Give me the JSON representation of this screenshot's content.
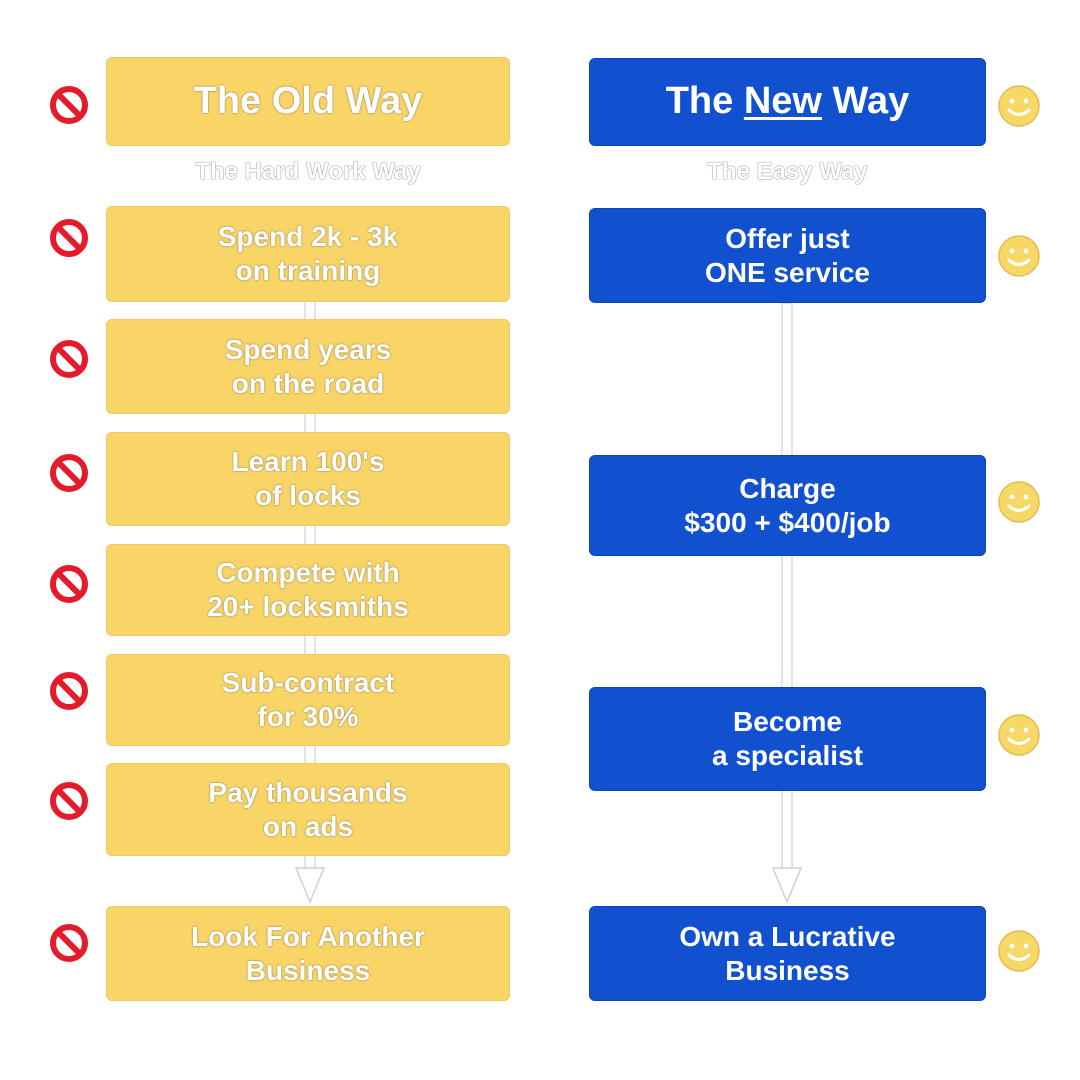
{
  "colors": {
    "old_box": "#f9d567",
    "new_box": "#1150cf",
    "no_icon": "#e31b2b",
    "smile_icon": "#f7d866",
    "connector": "#d9d9d9"
  },
  "old_way": {
    "title": "The Old Way",
    "subtitle": "The Hard Work Way",
    "steps": [
      {
        "line1": "Spend 2k - 3k",
        "line2": "on training"
      },
      {
        "line1": "Spend years",
        "line2": "on the road"
      },
      {
        "line1": "Learn 100's",
        "line2": "of locks"
      },
      {
        "line1": "Compete with",
        "line2": "20+ locksmiths"
      },
      {
        "line1": "Sub-contract",
        "line2": "for 30%"
      },
      {
        "line1": "Pay thousands",
        "line2": "on ads"
      },
      {
        "line1": "Look For Another",
        "line2": "Business"
      }
    ],
    "icon": "no-entry-icon"
  },
  "new_way": {
    "title_prefix": "The ",
    "title_underlined": "New",
    "title_suffix": " Way",
    "subtitle": "The Easy Way",
    "steps": [
      {
        "line1": "Offer just",
        "line2": "ONE service"
      },
      {
        "line1": "Charge",
        "line2": "$300 + $400/job"
      },
      {
        "line1": "Become",
        "line2": "a specialist"
      },
      {
        "line1": "Own a Lucrative",
        "line2": "Business"
      }
    ],
    "icon": "smiley-face-icon"
  }
}
